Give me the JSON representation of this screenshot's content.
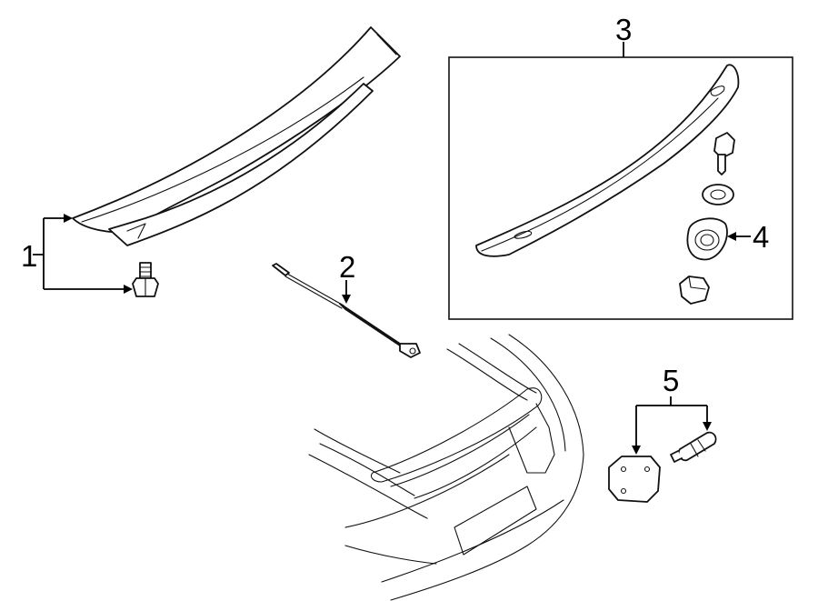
{
  "callouts": [
    "1",
    "2",
    "3",
    "4",
    "5"
  ],
  "colors": {
    "line": "#111111",
    "background": "#ffffff"
  },
  "parts": [
    {
      "callout": "1",
      "items": [
        "spoiler",
        "spoiler-bolt"
      ]
    },
    {
      "callout": "2",
      "items": [
        "lift-support-strut"
      ]
    },
    {
      "callout": "3",
      "items": [
        "spoiler-assembly-detail"
      ]
    },
    {
      "callout": "4",
      "items": [
        "grommet"
      ]
    },
    {
      "callout": "5",
      "items": [
        "mounting-bracket",
        "bracket-screw"
      ]
    }
  ]
}
